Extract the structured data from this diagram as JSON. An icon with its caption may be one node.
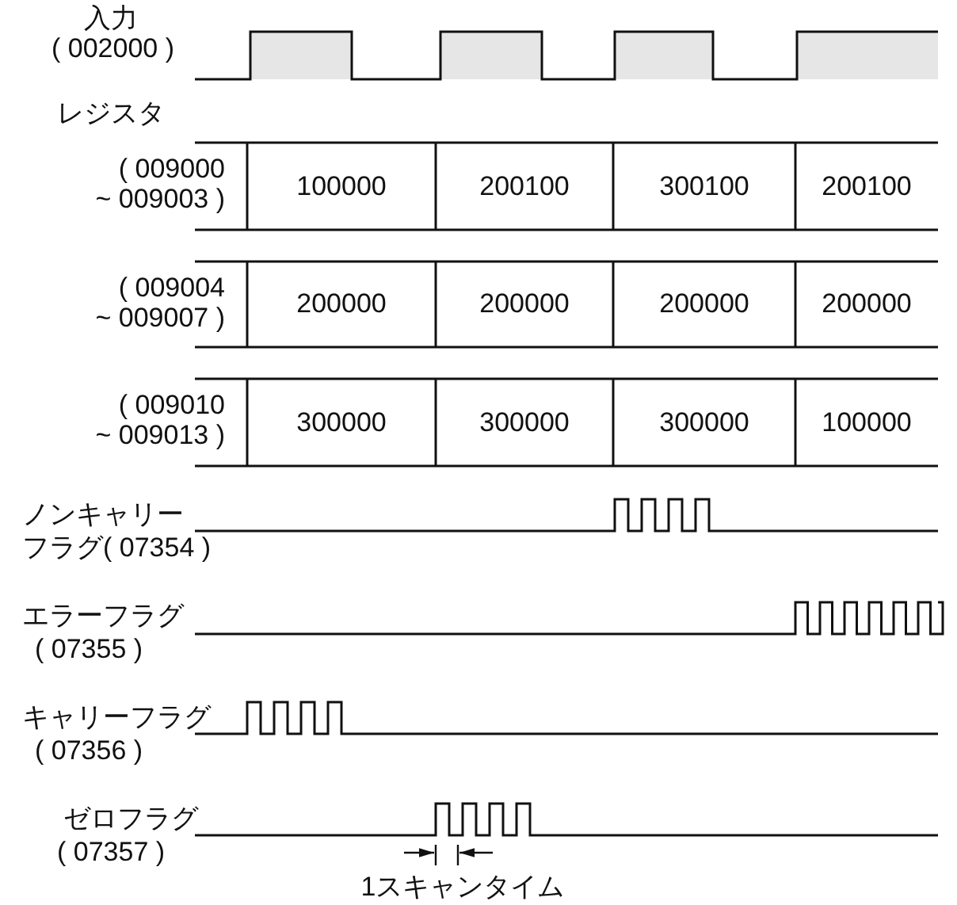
{
  "diagram": {
    "labels": [
      "入力",
      "( 002000 )",
      "レジスタ",
      "( 009000 ~ 009003 )",
      "100000",
      "200100",
      "300100",
      "200100",
      "( 009004 ~ 009007 )",
      "200000",
      "200000",
      "200000",
      "200000",
      "( 009010 ~ 009013 )",
      "300000",
      "300000",
      "300000",
      "100000",
      "ノンキャリー",
      "フラグ( 07354 )",
      "エラーフラグ",
      "( 07355 )",
      "キャリーフラグ",
      "( 07356 )",
      "ゼロフラグ",
      "( 07357 )",
      "1スキャンタイム"
    ]
  }
}
